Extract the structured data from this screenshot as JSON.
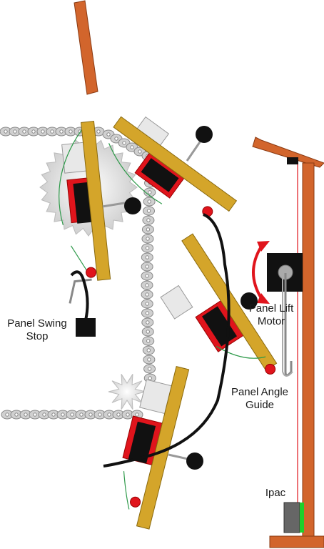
{
  "labels": {
    "panel_swing_stop": [
      "Panel Swing",
      "Stop"
    ],
    "panel_lift_motor": [
      "Panel Lift",
      "Motor"
    ],
    "panel_angle_guide": [
      "Panel Angle",
      "Guide"
    ],
    "ipac": "Ipac"
  },
  "colors": {
    "wood": "#d4a52a",
    "wood_edge": "#8a6a10",
    "frame": "#d2652c",
    "motor_red": "#e0141c",
    "motor_black": "#111111",
    "chain": "#c8c8c8",
    "gear": "#e6e6e6",
    "wire_green": "#2e9a4a",
    "cable_black": "#111111",
    "arrow_red": "#e0141c",
    "ipac_green": "#1fd02a",
    "ipac_gray": "#666666"
  }
}
